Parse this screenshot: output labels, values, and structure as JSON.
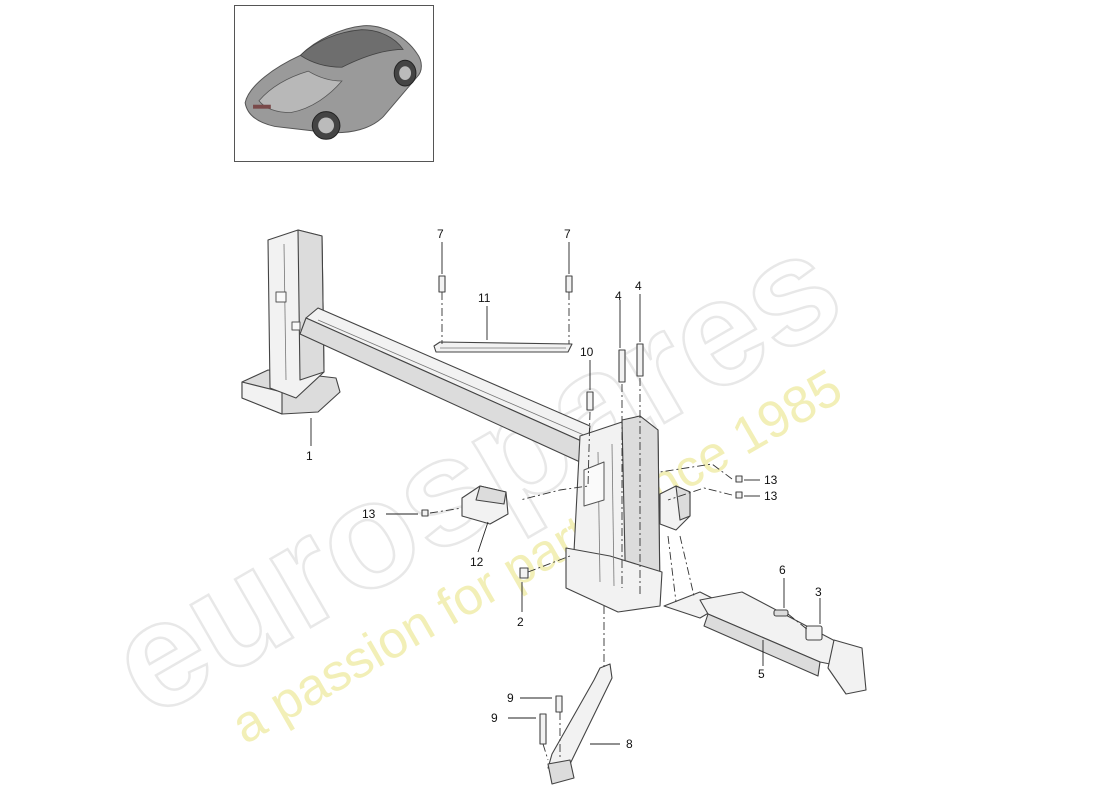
{
  "watermark": {
    "brand": "eurospares",
    "tagline": "a passion for parts since 1985"
  },
  "callouts": {
    "c1": "1",
    "c2": "2",
    "c3": "3",
    "c4a": "4",
    "c4b": "4",
    "c5": "5",
    "c6": "6",
    "c7a": "7",
    "c7b": "7",
    "c8": "8",
    "c9a": "9",
    "c9b": "9",
    "c10": "10",
    "c11": "11",
    "c12": "12",
    "c13a": "13",
    "c13b": "13",
    "c13c": "13"
  },
  "colors": {
    "line": "#222222",
    "part_fill": "#f2f2f2",
    "watermark_gray": "#d6d6d6",
    "watermark_yellow": "#eeeaa0"
  }
}
